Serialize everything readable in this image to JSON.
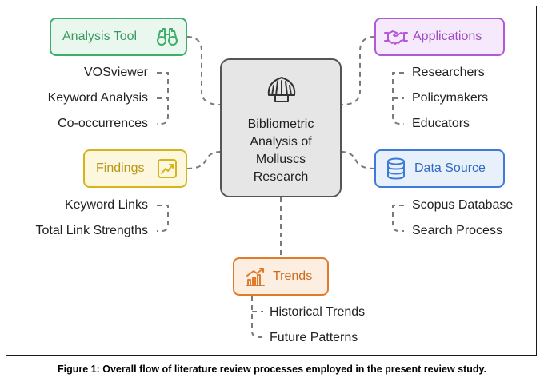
{
  "center": {
    "lines": [
      "Bibliometric",
      "Analysis of",
      "Molluscs",
      "Research"
    ],
    "icon": "shell-icon"
  },
  "categories": {
    "analysis_tool": {
      "label": "Analysis Tool",
      "icon": "binoculars-icon",
      "color": "#3fae6a",
      "fill": "#e9f7ee",
      "items": [
        "VOSviewer",
        "Keyword Analysis",
        "Co-occurrences"
      ]
    },
    "applications": {
      "label": "Applications",
      "icon": "handshake-icon",
      "color": "#b25ad6",
      "fill": "#f6e9fb",
      "items": [
        "Researchers",
        "Policymakers",
        "Educators"
      ]
    },
    "findings": {
      "label": "Findings",
      "icon": "trend-chart-icon",
      "color": "#d4b51f",
      "fill": "#fcf7dd",
      "items": [
        "Keyword Links",
        "Total Link Strengths"
      ]
    },
    "data_source": {
      "label": "Data Source",
      "icon": "database-icon",
      "color": "#3e7bd6",
      "fill": "#e8f0fb",
      "items": [
        "Scopus Database",
        "Search Process"
      ]
    },
    "trends": {
      "label": "Trends",
      "icon": "bar-chart-icon",
      "color": "#e07b2c",
      "fill": "#fdeee2",
      "items": [
        "Historical Trends",
        "Future Patterns"
      ]
    }
  },
  "caption": "Figure 1: Overall flow of literature review processes employed in the present review study."
}
